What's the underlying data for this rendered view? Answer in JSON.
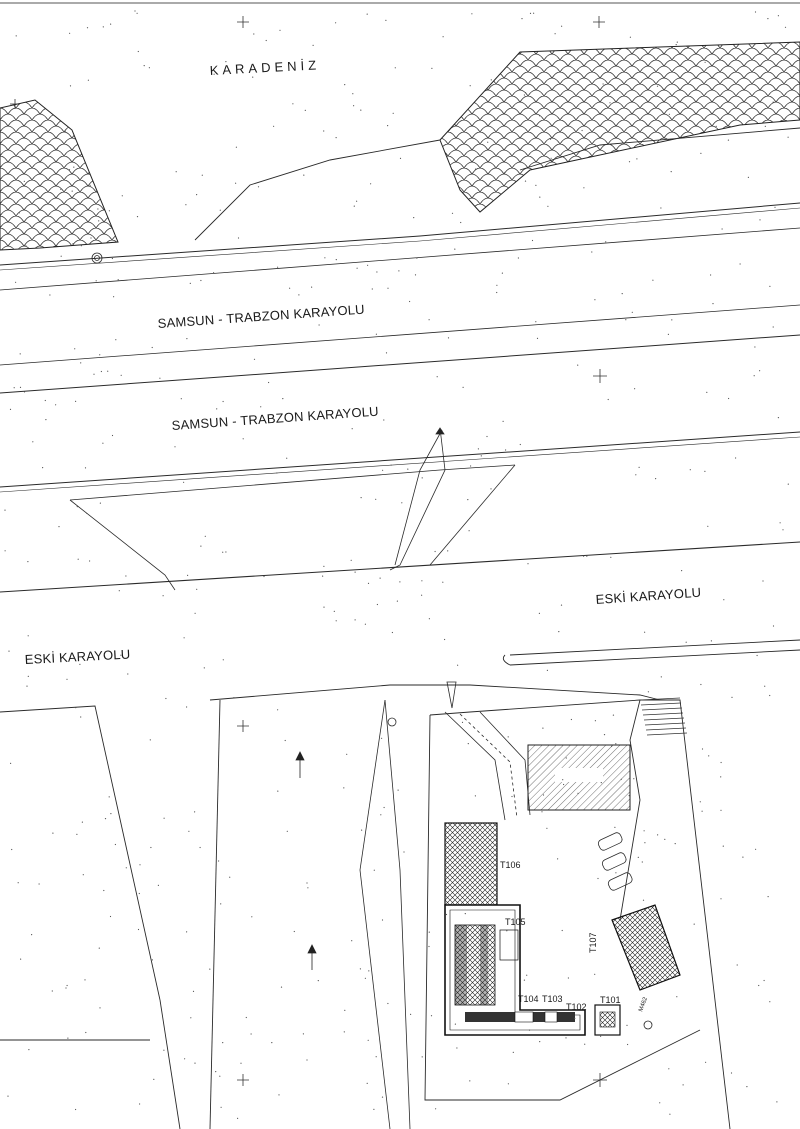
{
  "labels": {
    "sea": "KARADENİZ",
    "highway_north": "SAMSUN - TRABZON KARAYOLU",
    "highway_south": "SAMSUN - TRABZON KARAYOLU",
    "old_road_east": "ESKİ KARAYOLU",
    "old_road_west": "ESKİ KARAYOLU"
  },
  "buildings": {
    "t106": "T106",
    "t105": "T105",
    "t104": "T104",
    "t103": "T103",
    "t102": "T102",
    "t101": "T101",
    "t107": "T107"
  },
  "survey_marks": {
    "m462": "M462"
  },
  "colors": {
    "linework": "#2a2a2a",
    "background": "#ffffff"
  }
}
